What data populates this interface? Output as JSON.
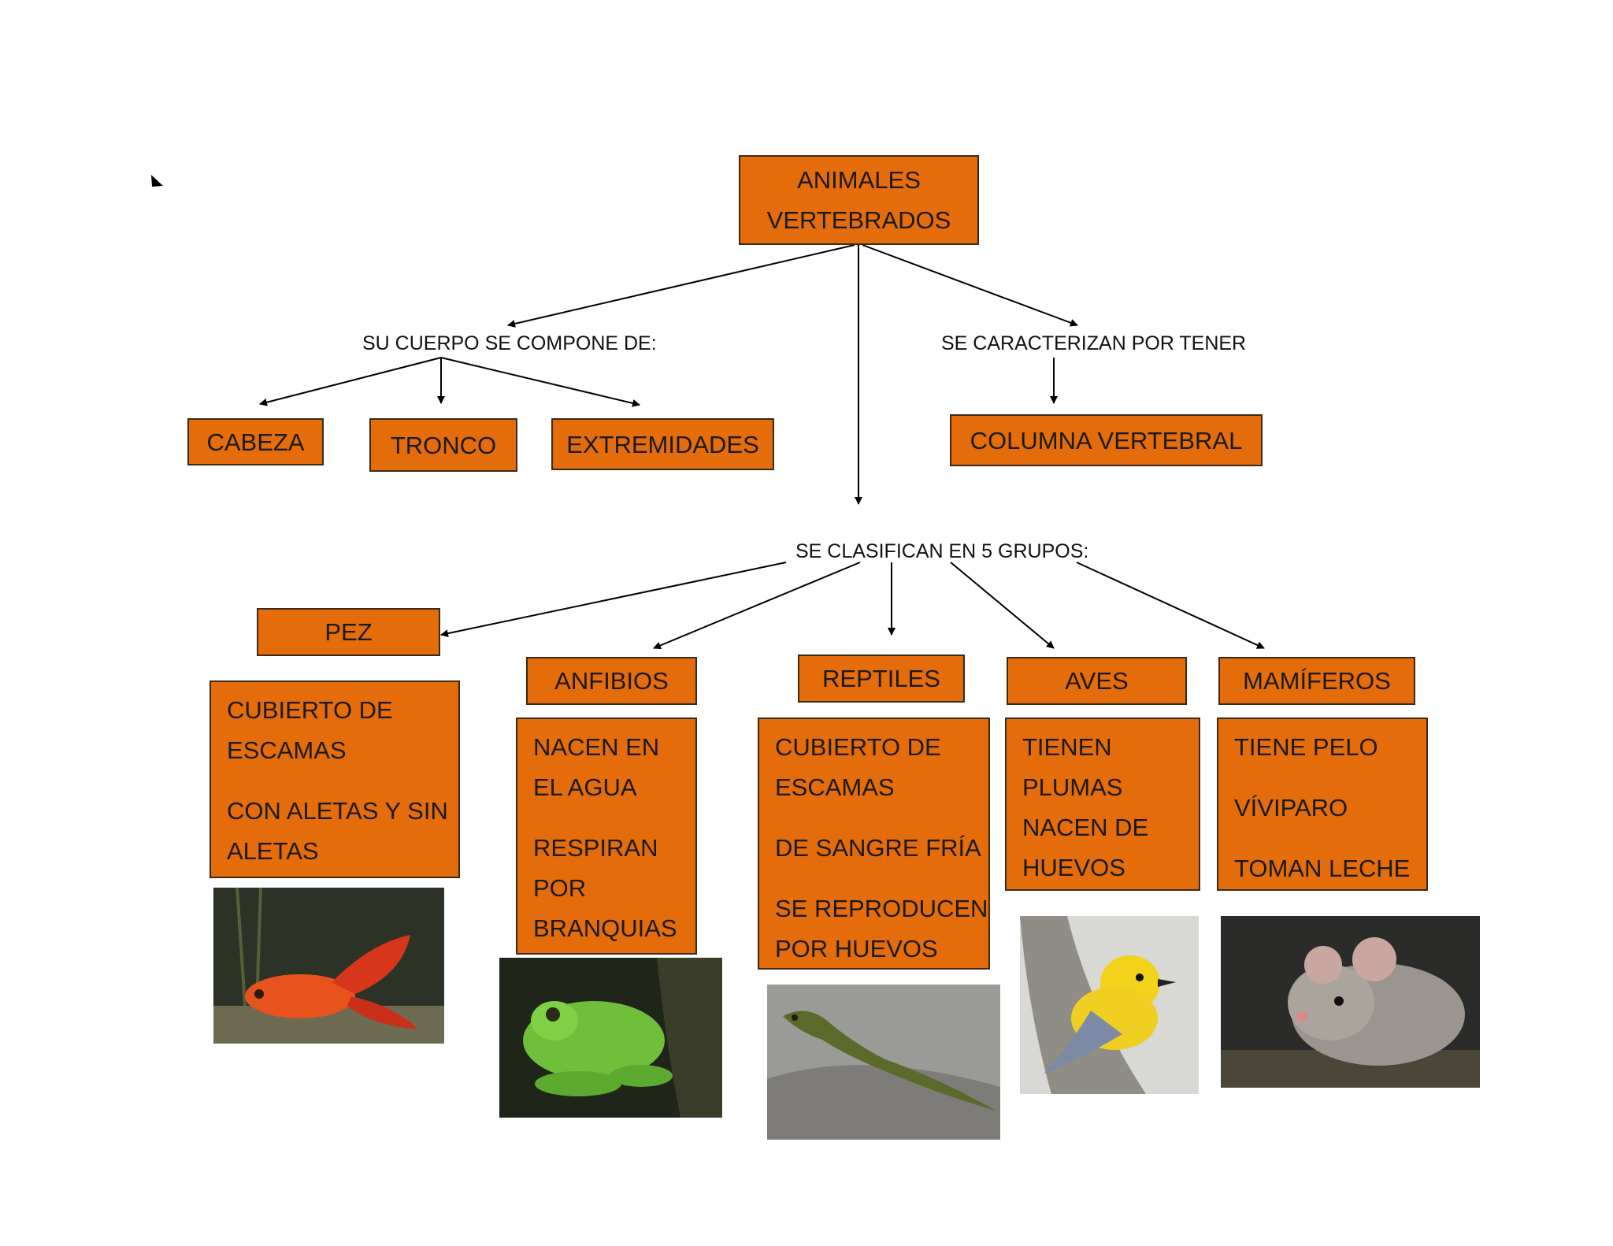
{
  "root": {
    "line1": "ANIMALES",
    "line2": "VERTEBRADOS"
  },
  "labels": {
    "body": "SU CUERPO SE COMPONE DE:",
    "traits": "SE CARACTERIZAN POR TENER",
    "groups": "SE CLASIFICAN EN 5 GRUPOS:"
  },
  "body_parts": [
    "CABEZA",
    "TRONCO",
    "EXTREMIDADES"
  ],
  "trait": "COLUMNA VERTEBRAL",
  "groups": [
    {
      "name": "PEZ",
      "traits": [
        "CUBIERTO DE",
        "ESCAMAS",
        "",
        "CON ALETAS Y SIN",
        "ALETAS"
      ],
      "photo": "goldfish"
    },
    {
      "name": "ANFIBIOS",
      "traits": [
        "NACEN EN",
        "EL AGUA",
        "",
        "RESPIRAN",
        "POR",
        "BRANQUIAS"
      ],
      "photo": "green-frog"
    },
    {
      "name": "REPTILES",
      "traits": [
        "CUBIERTO DE",
        "ESCAMAS",
        "",
        "DE SANGRE FRÍA",
        "",
        "SE REPRODUCEN",
        "POR HUEVOS"
      ],
      "photo": "lizard"
    },
    {
      "name": "AVES",
      "traits": [
        "TIENEN",
        "PLUMAS",
        "NACEN DE",
        "HUEVOS"
      ],
      "photo": "yellow-bird"
    },
    {
      "name": "MAMÍFEROS",
      "traits": [
        "TIENE PELO",
        "",
        "VÍVIPARO",
        "",
        "TOMAN LECHE"
      ],
      "photo": "mouse"
    }
  ],
  "colors": {
    "box_fill": "#e46c0a",
    "box_border": "#3b2a1a",
    "arrow": "#000000"
  }
}
